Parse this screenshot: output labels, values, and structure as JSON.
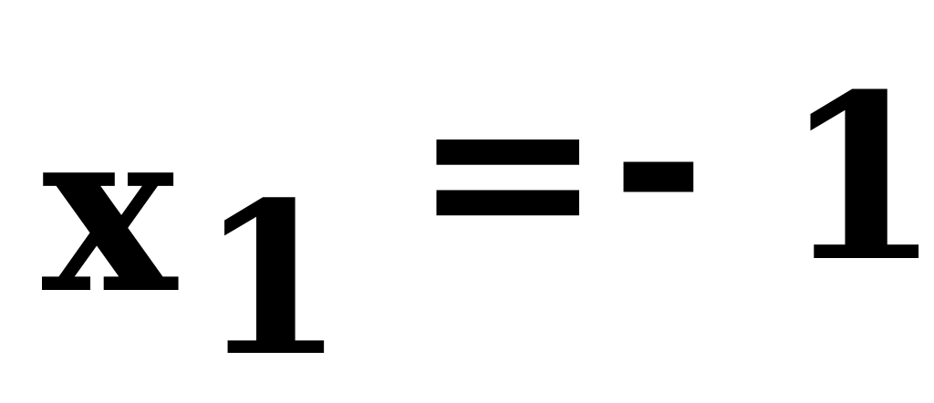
{
  "equation": {
    "variable": "x",
    "subscript": "1",
    "relation": "=",
    "sign": "-",
    "value": "1"
  }
}
